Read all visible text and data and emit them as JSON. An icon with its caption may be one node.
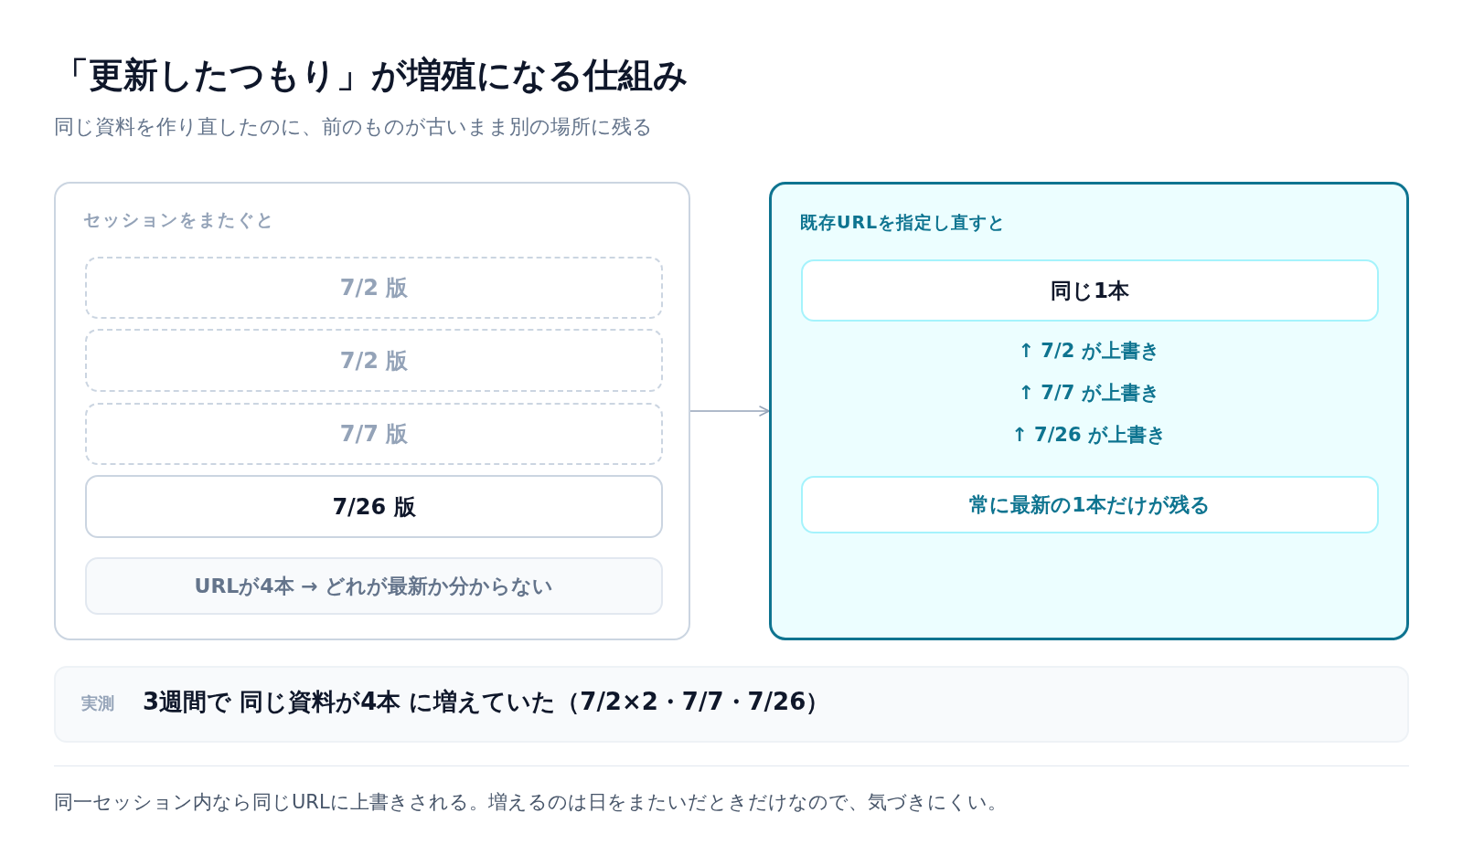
{
  "diagram": {
    "title": "「更新したつもり」が増殖になる仕組み",
    "caption": "同一セッション内なら同じURLに上書きされる。増えるのは日をまたいだときだけなので、気づきにくい。",
    "nodes": [
      {
        "text": [
          "セッションをまたぐと"
        ]
      },
      {
        "text": [
          "7/2 版"
        ],
        "in": 0
      },
      {
        "text": [
          "7/2 版"
        ],
        "in": 0
      },
      {
        "text": [
          "7/7 版"
        ],
        "in": 0
      },
      {
        "text": [
          "7/26 版"
        ],
        "in": 0
      },
      {
        "text": [
          "URLが4本 → どれが最新か分からない"
        ],
        "in": 0
      },
      {
        "text": [
          "既存URLを指定し直すと"
        ]
      },
      {
        "text": [
          "同じ1本"
        ],
        "in": 6
      },
      {
        "text": [
          "常に最新の1本だけが残る"
        ],
        "in": 6
      },
      {
        "text": [
          "実測",
          "3週間で 同じ資料が4本 に増えていた（7/2×2・7/7・7/26）"
        ]
      }
    ],
    "edges": [
      {
        "from": 0,
        "to": 6,
        "arrow": "to"
      }
    ],
    "labels": [
      "同じ資料を作り直したのに、前のものが古いまま別の場所に残る",
      "↑ 7/2 が上書き",
      "↑ 7/7 が上書き",
      "↑ 7/26 が上書き"
    ]
  }
}
